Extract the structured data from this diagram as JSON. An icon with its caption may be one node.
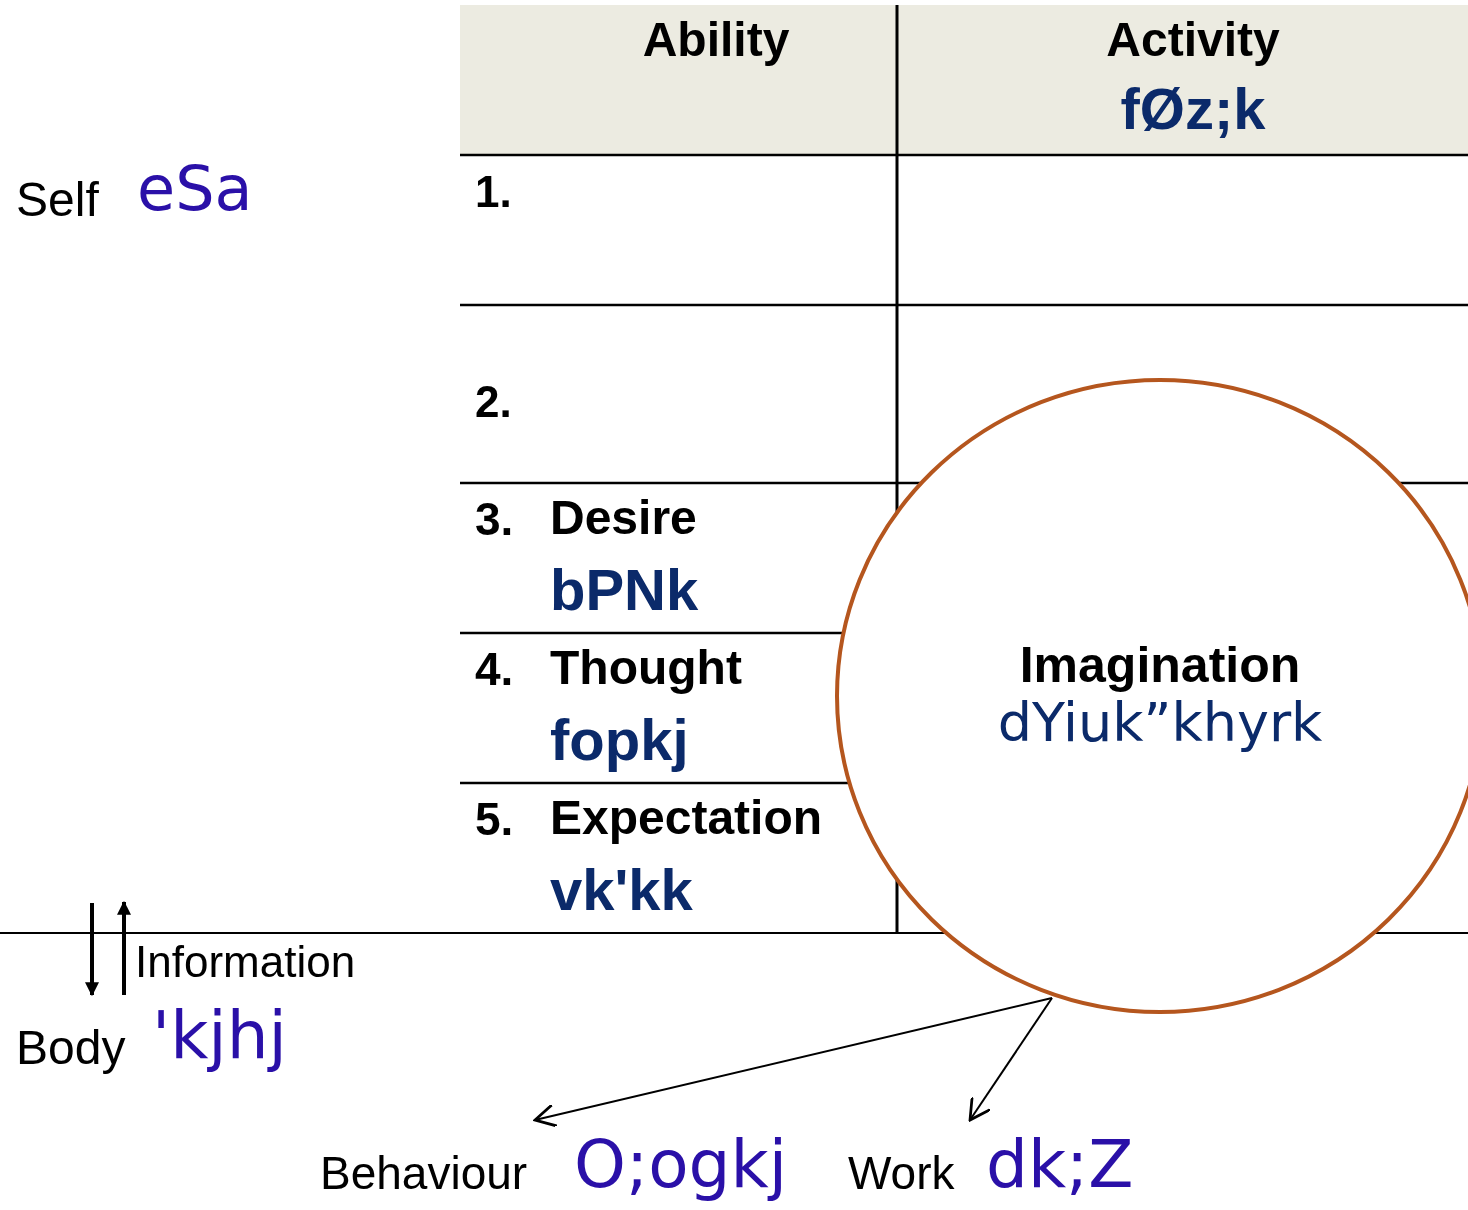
{
  "diagram": {
    "nodes": [
      {
        "text": [
          "Imagination",
          "dYiuk”khyrk"
        ]
      },
      {
        "text": [
          "Behaviour",
          "O;ogkj"
        ]
      },
      {
        "text": [
          "Work",
          "dk;Z"
        ]
      }
    ],
    "edges": [
      {
        "from": 0,
        "to": 1,
        "arrow": "to"
      },
      {
        "from": 0,
        "to": 2,
        "arrow": "to"
      }
    ],
    "labels": [
      "Self",
      "eSa",
      "Information",
      "Body",
      "'kjhj",
      "Ability",
      "Activity",
      "fØz;k",
      "1.",
      "2.",
      "3.",
      "Desire",
      "bPNk",
      "4.",
      "Thought",
      "fopkj",
      "5.",
      "Expectation",
      "vk'kk"
    ]
  }
}
